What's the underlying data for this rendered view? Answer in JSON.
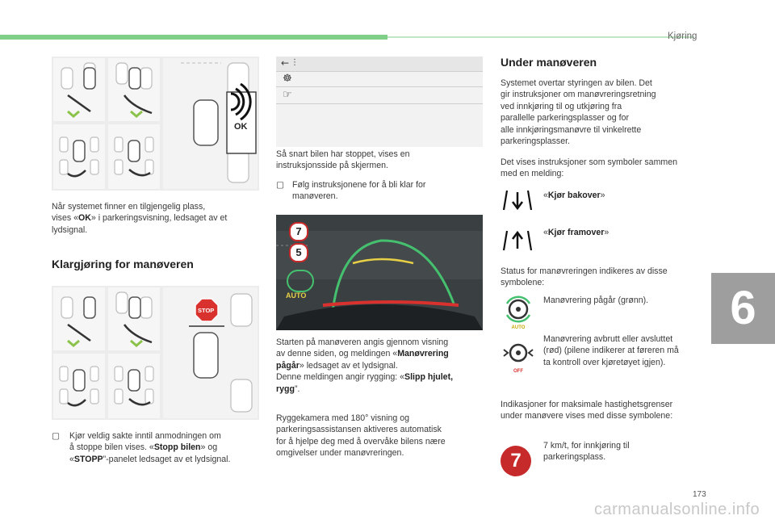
{
  "header": {
    "section": "Kjøring"
  },
  "page_number": "173",
  "chapter_number": "6",
  "watermark": "carmanualsonline.info",
  "left": {
    "fig1_ok_label": "OK",
    "p1": [
      "Når systemet finner en tilgjengelig plass,",
      "vises «",
      "OK",
      "» i parkeringsvisning, ledsaget av et",
      "lydsignal."
    ],
    "heading": "Klargjøring for manøveren",
    "fig2_stop_label": "STOP",
    "bullet_marker": "",
    "b1": [
      "Kjør veldig sakte inntil anmodningen om",
      "å stoppe bilen vises. «",
      "Stopp bilen",
      "» og",
      "«",
      "STOPP",
      "”-panelet ledsaget av et lydsignal."
    ]
  },
  "middle": {
    "screen_icons": [
      "back-arrow-icon",
      "steering-wheel-icon",
      "hand-icon"
    ],
    "p1": [
      "Så snart bilen har stoppet, vises en",
      "instruksjonsside på skjermen."
    ],
    "b1": [
      "Følg instruksjonene for å bli klar for",
      "manøveren."
    ],
    "cam_badge1": "7",
    "cam_badge2": "5",
    "cam_auto": "AUTO",
    "p2": [
      "Starten på manøveren angis gjennom visning",
      "av denne siden, og meldingen «",
      "Manøvrering",
      "pågår",
      "» ledsaget av et lydsignal.",
      "Denne meldingen angir rygging: «",
      "Slipp hjulet,",
      "rygg",
      "”."
    ],
    "p3": [
      "Ryggekamera med 180° visning og",
      "parkeringsassistansen aktiveres automatisk",
      "for å hjelpe deg med å overvåke bilens nære",
      "omgivelser under manøvreringen."
    ]
  },
  "right": {
    "heading": "Under manøveren",
    "p1": [
      "Systemet overtar styringen av bilen. Det",
      "gir instruksjoner om manøvreringsretning",
      "ved innkjøring til og utkjøring fra",
      "parallelle parkeringsplasser og for",
      "alle innkjøringsmanøvre til vinkelrette",
      "parkeringsplasser."
    ],
    "p2": [
      "Det vises instruksjoner som symboler sammen",
      "med en melding:"
    ],
    "sym_back": [
      "«",
      "Kjør bakover",
      "»"
    ],
    "sym_fwd": [
      "«",
      "Kjør framover",
      "»"
    ],
    "p3": [
      "Status for manøvreringen indikeres av disse",
      "symbolene:"
    ],
    "status1": "Manøvrering pågår (grønn).",
    "status1_icon_label": "AUTO",
    "status2": [
      "Manøvrering avbrutt eller avsluttet",
      "(rød) (pilene indikerer at føreren må",
      "ta kontroll over kjøretøyet igjen)."
    ],
    "status2_icon_label": "OFF",
    "p4": [
      "Indikasjoner for maksimale hastighetsgrenser",
      "under manøvere vises med disse symbolene:"
    ],
    "speed_badge": "7",
    "speed_text": [
      "7 km/t, for innkjøring til",
      "parkeringsplass."
    ]
  },
  "colors": {
    "accent_green": "#7fcf87",
    "tab_gray": "#9e9e9e",
    "stop_red": "#d9322e",
    "ok_dark": "#222222",
    "speed_red": "#c62a2a"
  }
}
